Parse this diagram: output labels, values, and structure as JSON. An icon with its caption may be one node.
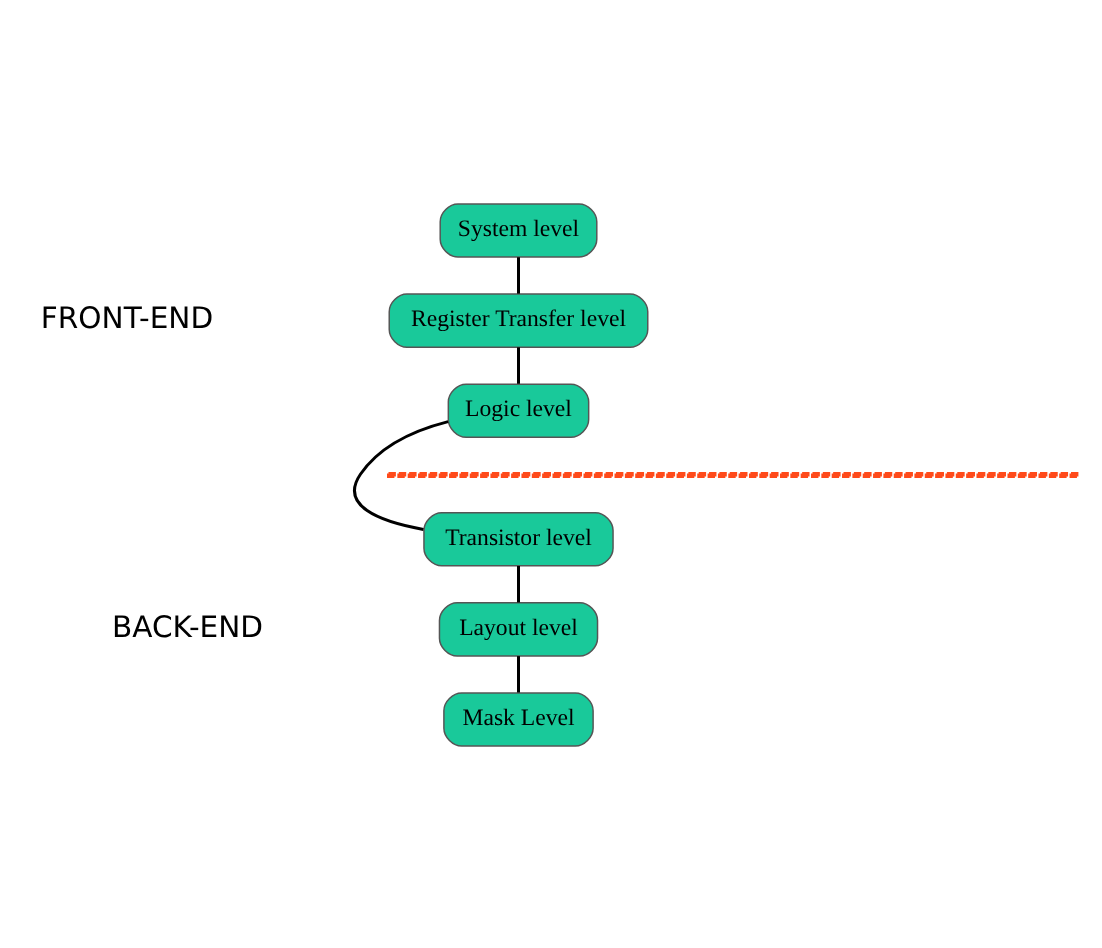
{
  "diagram": {
    "nodes": [
      {
        "text": [
          "System level"
        ]
      },
      {
        "text": [
          "Register Transfer level"
        ]
      },
      {
        "text": [
          "Logic level"
        ]
      },
      {
        "text": [
          "Transistor level"
        ]
      },
      {
        "text": [
          "Layout level"
        ]
      },
      {
        "text": [
          "Mask Level"
        ]
      }
    ],
    "edges": [
      {
        "from": 0,
        "to": 1,
        "arrow": "none"
      },
      {
        "from": 1,
        "to": 2,
        "arrow": "none"
      },
      {
        "from": 2,
        "to": 3,
        "arrow": "none"
      },
      {
        "from": 3,
        "to": 4,
        "arrow": "none"
      },
      {
        "from": 4,
        "to": 5,
        "arrow": "none"
      }
    ],
    "labels": [
      "FRONT-END",
      "BACK-END"
    ]
  }
}
